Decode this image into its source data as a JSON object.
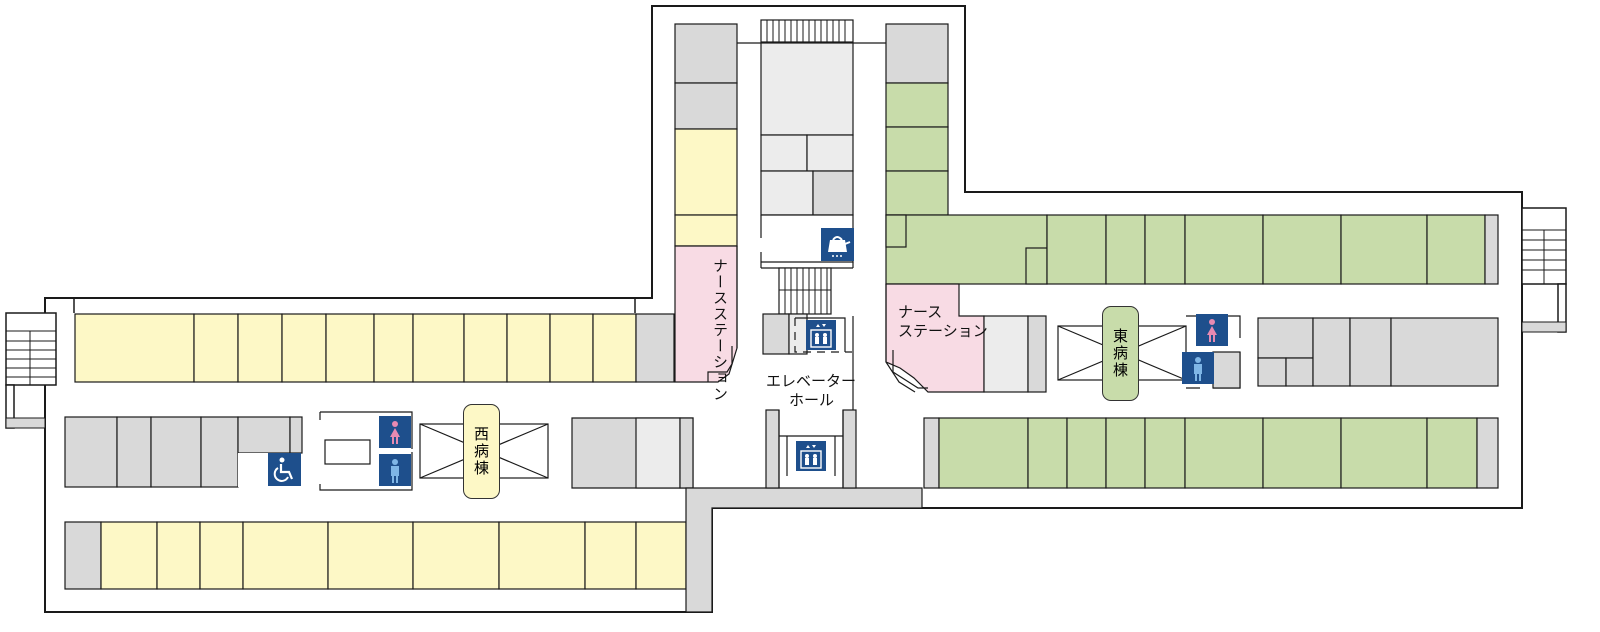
{
  "colors": {
    "outer_wall": "#1a1a1a",
    "corridor": "#ffffff",
    "ward_west": "#fdf8c6",
    "ward_east": "#c8dcaa",
    "nurse_station": "#f8dbe4",
    "utility_room": "#d9d9d9",
    "utility_light": "#ececec",
    "icon_bg": "#1e4f8c",
    "icon_female": "#e88ab2",
    "icon_male": "#7fb6e6"
  },
  "labels": {
    "west_nurse_station": "ナースステーション",
    "east_nurse_station_line1": "ナース",
    "east_nurse_station_line2": "ステーション",
    "elevator_hall_line1": "エレベーター",
    "elevator_hall_line2": "ホール",
    "west_wing": "西病棟",
    "east_wing": "東病棟"
  },
  "icons": {
    "elevator": "elevator-icon",
    "restroom_female": "female-restroom-icon",
    "restroom_male": "male-restroom-icon",
    "accessible_restroom": "wheelchair-icon",
    "kettle": "hot-water-kettle-icon"
  }
}
